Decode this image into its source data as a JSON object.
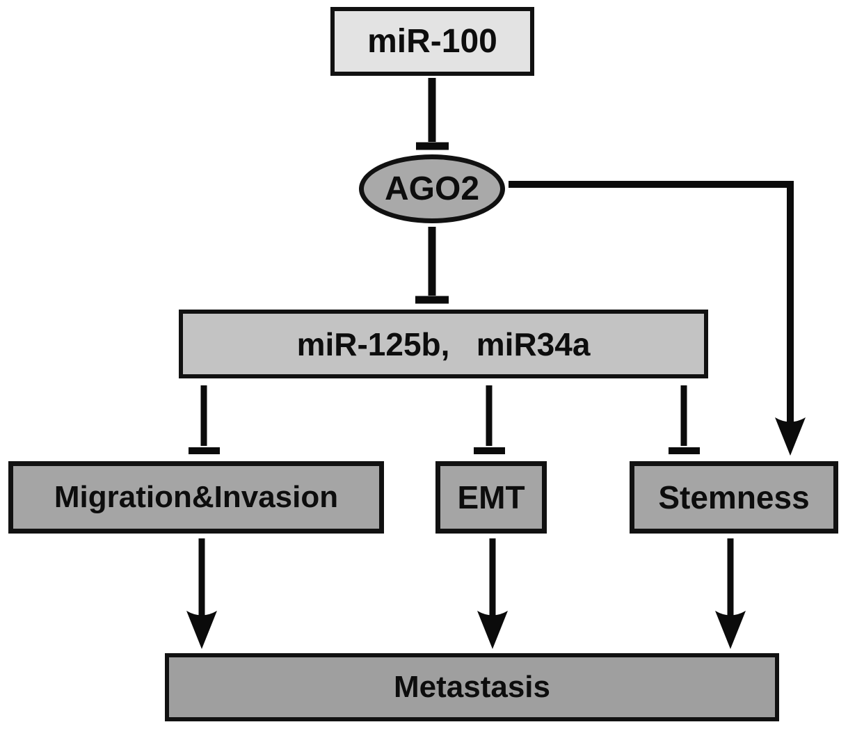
{
  "figure": {
    "background": "#ffffff",
    "nodes": {
      "mir100": {
        "label": "miR-100",
        "shape": "rect",
        "fill": "#e3e3e3"
      },
      "ago2": {
        "label": "AGO2",
        "shape": "ellipse",
        "fill": "#a9a9a9"
      },
      "mir125b_mir34a": {
        "label": "miR-125b,   miR34a",
        "shape": "rect",
        "fill": "#c3c3c3"
      },
      "migration_invasion": {
        "label": "Migration&Invasion",
        "shape": "rect",
        "fill": "#a5a5a5"
      },
      "emt": {
        "label": "EMT",
        "shape": "rect",
        "fill": "#a5a5a5"
      },
      "stemness": {
        "label": "Stemness",
        "shape": "rect",
        "fill": "#a5a5a5"
      },
      "metastasis": {
        "label": "Metastasis",
        "shape": "rect",
        "fill": "#9f9f9f"
      }
    },
    "edges": [
      {
        "from": "mir100",
        "to": "ago2",
        "type": "inhibition"
      },
      {
        "from": "ago2",
        "to": "mir125b_mir34a",
        "type": "inhibition"
      },
      {
        "from": "ago2",
        "to": "stemness",
        "type": "activation"
      },
      {
        "from": "mir125b_mir34a",
        "to": "migration_invasion",
        "type": "inhibition"
      },
      {
        "from": "mir125b_mir34a",
        "to": "emt",
        "type": "inhibition"
      },
      {
        "from": "mir125b_mir34a",
        "to": "stemness",
        "type": "inhibition"
      },
      {
        "from": "migration_invasion",
        "to": "metastasis",
        "type": "activation"
      },
      {
        "from": "emt",
        "to": "metastasis",
        "type": "activation"
      },
      {
        "from": "stemness",
        "to": "metastasis",
        "type": "activation"
      }
    ],
    "colors": {
      "background": "#ffffff",
      "line": "#0b0b0b",
      "border": "#111111",
      "text": "#0d0d0d"
    }
  }
}
